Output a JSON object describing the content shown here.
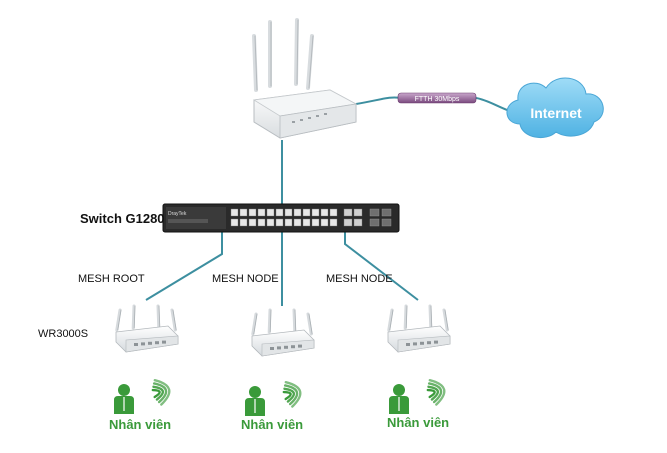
{
  "diagram": {
    "switch_label": "Switch G1280",
    "nodes": [
      {
        "role": "MESH ROOT"
      },
      {
        "role": "MESH NODE"
      },
      {
        "role": "MESH NODE"
      }
    ],
    "ap_model": "WR3000S",
    "employee_label": "Nhân viên",
    "cloud_label": "Internet",
    "link_label": "FTTH 30Mbps",
    "colors": {
      "cable": "#3d8fa0",
      "fiber": "#8a5a8c",
      "cloud": "#6cc3ee",
      "person": "#3a9a3a",
      "switch_body": "#2a2a2a"
    },
    "icons": [
      "router-icon",
      "switch-icon",
      "access-point-icon",
      "person-icon",
      "wifi-signal-icon",
      "cloud-icon"
    ]
  }
}
